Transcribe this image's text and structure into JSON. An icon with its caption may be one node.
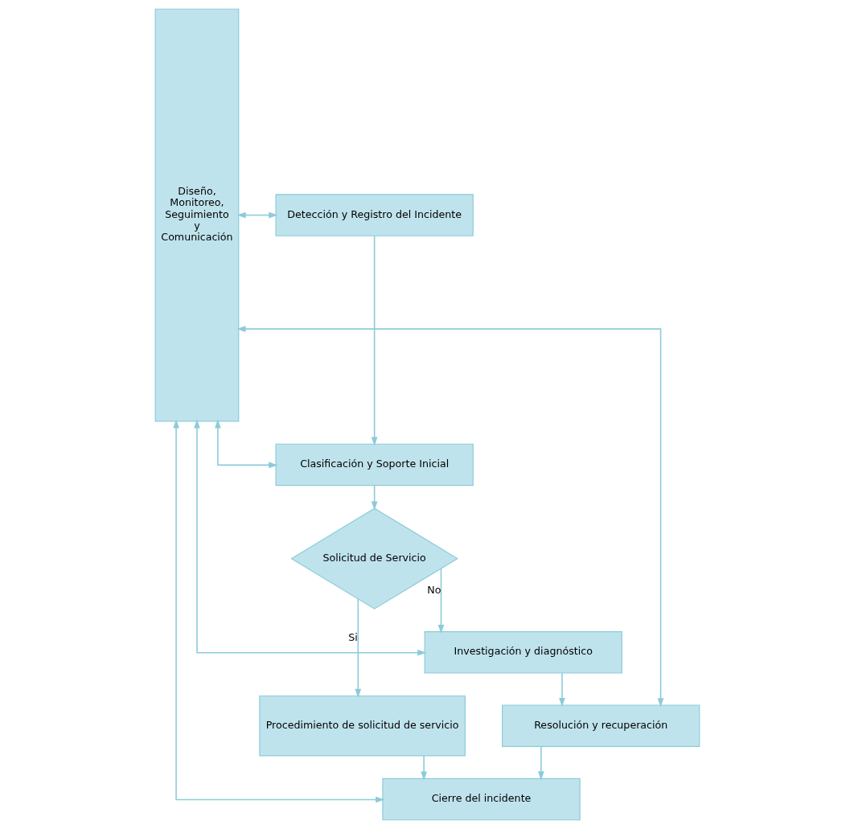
{
  "diagram": {
    "nodes": [
      {
        "text": [
          "Diseño, Monitoreo, Seguimiento y Comunicación"
        ]
      },
      {
        "text": [
          "Detección y Registro del Incidente"
        ]
      },
      {
        "text": [
          "Clasificación y Soporte Inicial"
        ]
      },
      {
        "text": [
          "Solicitud de Servicio"
        ]
      },
      {
        "text": [
          "Procedimiento de solicitud de servicio"
        ]
      },
      {
        "text": [
          "Investigación y diagnóstico"
        ]
      },
      {
        "text": [
          "Resolución y recuperación"
        ]
      },
      {
        "text": [
          "Cierre del incidente"
        ]
      }
    ],
    "edges": [
      {
        "from": 0,
        "to": 1,
        "arrow": "both"
      },
      {
        "from": 1,
        "to": 2,
        "arrow": "to"
      },
      {
        "from": 0,
        "to": 2,
        "arrow": "both"
      },
      {
        "from": 2,
        "to": 3,
        "arrow": "to"
      },
      {
        "from": 3,
        "to": 4,
        "arrow": "to",
        "label": "Si"
      },
      {
        "from": 3,
        "to": 5,
        "arrow": "to",
        "label": "No"
      },
      {
        "from": 0,
        "to": 5,
        "arrow": "both"
      },
      {
        "from": 5,
        "to": 6,
        "arrow": "to"
      },
      {
        "from": 0,
        "to": 6,
        "arrow": "both"
      },
      {
        "from": 6,
        "to": 7,
        "arrow": "to"
      },
      {
        "from": 0,
        "to": 7,
        "arrow": "both"
      },
      {
        "from": 4,
        "to": 7,
        "arrow": "to"
      }
    ]
  }
}
